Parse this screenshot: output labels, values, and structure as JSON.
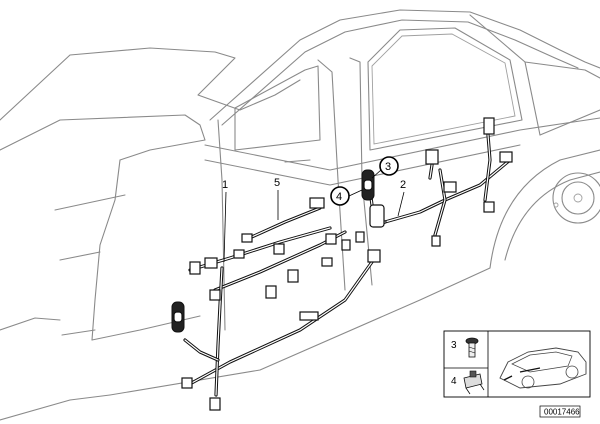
{
  "callouts": {
    "c1": "1",
    "c2": "2",
    "c3": "3",
    "c4": "4",
    "c5": "5"
  },
  "legend": {
    "row3_number": "3",
    "row4_number": "4"
  },
  "reference_code": "00017466"
}
